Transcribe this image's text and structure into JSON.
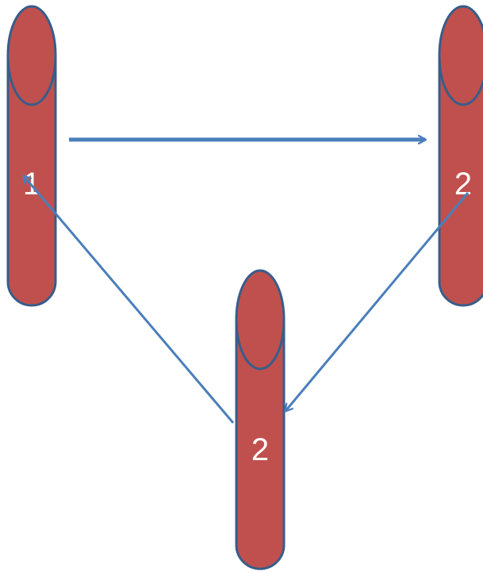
{
  "colors": {
    "cylinder_fill": "#c0504d",
    "cylinder_stroke": "#385d8a",
    "arrow": "#4a7ebb",
    "label": "#ffffff",
    "background": "#ffffff"
  },
  "cylinders": [
    {
      "label": "1"
    },
    {
      "label": "2"
    },
    {
      "label": "2"
    }
  ],
  "arrows": [
    {
      "from": "cylinder-1",
      "to": "cylinder-2-right"
    },
    {
      "from": "cylinder-2-right",
      "to": "cylinder-2-bottom"
    },
    {
      "from": "cylinder-2-bottom",
      "to": "cylinder-1"
    }
  ]
}
